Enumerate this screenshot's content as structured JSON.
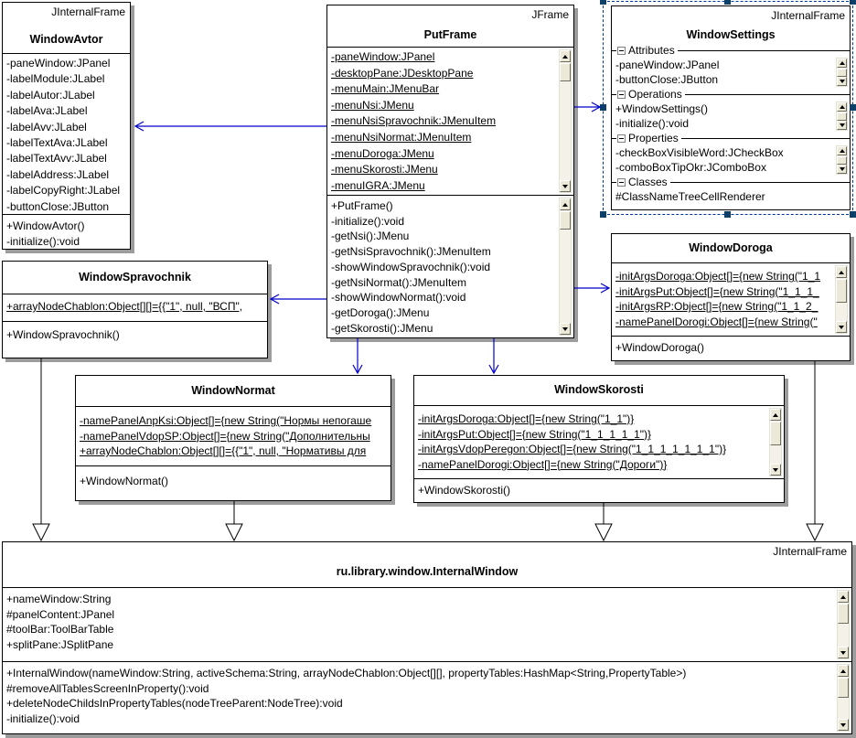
{
  "colors": {
    "box_border": "#000000",
    "box_fill": "#ffffff",
    "box_shadow": "#9c9c9c",
    "dependency_arrow": "#0000cc",
    "generalization_line": "#000000",
    "selection_border": "#0035a0",
    "selection_handle": "#0d4069",
    "scrollbar_face": "#ece9d8",
    "background": "#ffffff"
  },
  "classes": {
    "windowAvtor": {
      "stereotype": "JInternalFrame",
      "name": "WindowAvtor",
      "attributes": [
        "-paneWindow:JPanel",
        "-labelModule:JLabel",
        "-labelAutor:JLabel",
        "-labelAva:JLabel",
        "-labelAvv:JLabel",
        "-labelTextAva:JLabel",
        "-labelTextAvv:JLabel",
        "-labelAddress:JLabel",
        "-labelCopyRight:JLabel",
        "-buttonClose:JButton"
      ],
      "methods": [
        "+WindowAvtor()",
        "-initialize():void"
      ]
    },
    "putFrame": {
      "stereotype": "JFrame",
      "name": "PutFrame",
      "attributes": [
        "-paneWindow:JPanel",
        "-desktopPane:JDesktopPane",
        "-menuMain:JMenuBar",
        "-menuNsi:JMenu",
        "-menuNsiSpravochnik:JMenuItem",
        "-menuNsiNormat:JMenuItem",
        "-menuDoroga:JMenu",
        "-menuSkorosti:JMenu",
        "-menuIGRA:JMenu"
      ],
      "methods": [
        "+PutFrame()",
        "-initialize():void",
        "-getNsi():JMenu",
        "-getNsiSpravochnik():JMenuItem",
        "-showWindowSpravochnik():void",
        "-getNsiNormat():JMenuItem",
        "-showWindowNormat():void",
        "-getDoroga():JMenu",
        "-getSkorosti():JMenu"
      ]
    },
    "windowSettings": {
      "stereotype": "JInternalFrame",
      "name": "WindowSettings",
      "groups": [
        {
          "label": "Attributes",
          "items": [
            "-paneWindow:JPanel",
            "-buttonClose:JButton"
          ]
        },
        {
          "label": "Operations",
          "items": [
            "+WindowSettings()",
            "-initialize():void"
          ]
        },
        {
          "label": "Properties",
          "items": [
            "-checkBoxVisibleWord:JCheckBox",
            "-comboBoxTipOkr:JComboBox"
          ]
        },
        {
          "label": "Classes",
          "items": [
            "#ClassNameTreeCellRenderer"
          ]
        }
      ]
    },
    "windowSpravochnik": {
      "name": "WindowSpravochnik",
      "attributes": [
        "+arrayNodeChablon:Object[][]={{\"1\", null, \"ВСП\","
      ],
      "methods": [
        "+WindowSpravochnik()"
      ]
    },
    "windowDoroga": {
      "name": "WindowDoroga",
      "attributes": [
        "-initArgsDoroga:Object[]={new String(\"1_1",
        "-initArgsPut:Object[]={new String(\"1_1_1_",
        "-initArgsRP:Object[]={new String(\"1_1_2_",
        "-namePanelDorogi:Object[]={new String(\""
      ],
      "methods": [
        "+WindowDoroga()"
      ]
    },
    "windowNormat": {
      "name": "WindowNormat",
      "attributes": [
        "-namePanelAnpKsi:Object[]={new String(\"Нормы непогаше",
        "-namePanelVdopSP:Object[]={new String(\"Дополнительны",
        "+arrayNodeChablon:Object[][]={{\"1\", null, \"Нормативы для"
      ],
      "methods": [
        "+WindowNormat()"
      ]
    },
    "windowSkorosti": {
      "name": "WindowSkorosti",
      "attributes": [
        "-initArgsDoroga:Object[]={new String(\"1_1\")}",
        "-initArgsPut:Object[]={new String(\"1_1_1_1_1\")}",
        "-initArgsVdopPeregon:Object[]={new String(\"1_1_1_1_1_1_1\")}",
        "-namePanelDorogi:Object[]={new String(\"Дороги\")}"
      ],
      "methods": [
        "+WindowSkorosti()"
      ]
    },
    "internalWindow": {
      "stereotype": "JInternalFrame",
      "name": "ru.library.window.InternalWindow",
      "attributes": [
        "+nameWindow:String",
        "#panelContent:JPanel",
        "#toolBar:ToolBarTable",
        "+splitPane:JSplitPane"
      ],
      "methods": [
        "+InternalWindow(nameWindow:String, activeSchema:String, arrayNodeChablon:Object[][], propertyTables:HashMap<String,PropertyTable>)",
        "#removeAllTablesScreenInProperty():void",
        "+deleteNodeChildsInPropertyTables(nodeTreeParent:NodeTree):void",
        "-initialize():void"
      ]
    }
  }
}
